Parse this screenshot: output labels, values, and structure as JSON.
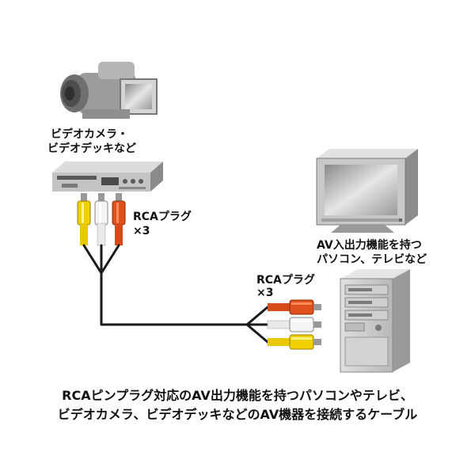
{
  "labels": {
    "camcorder_line1": "ビデオカメラ・",
    "camcorder_line2": "ビデオデッキなど",
    "rca_plug_top": "RCAプラグ",
    "rca_count_top": "×3",
    "tv_line1": "AV入出力機能を持つ",
    "tv_line2": "パソコン、テレビなど",
    "rca_plug_right": "RCAプラグ",
    "rca_count_right": "×3"
  },
  "caption": {
    "line1": "RCAピンプラグ対応のAV出力機能を持つパソコンやテレビ、",
    "line2": "ビデオカメラ、ビデオデッキなどのAV機器を接続するケーブル"
  },
  "colors": {
    "plug_yellow": "#f0d000",
    "plug_white": "#f4f4f4",
    "plug_red": "#e0501a",
    "cable": "#1a1a1a",
    "device_gray": "#a9a9a9",
    "device_dark": "#6e6e6e",
    "device_light": "#d6d6d6"
  },
  "icons": {
    "camcorder": "camcorder-icon",
    "vcr": "vcr-icon",
    "tv": "tv-icon",
    "pc": "pc-tower-icon"
  }
}
